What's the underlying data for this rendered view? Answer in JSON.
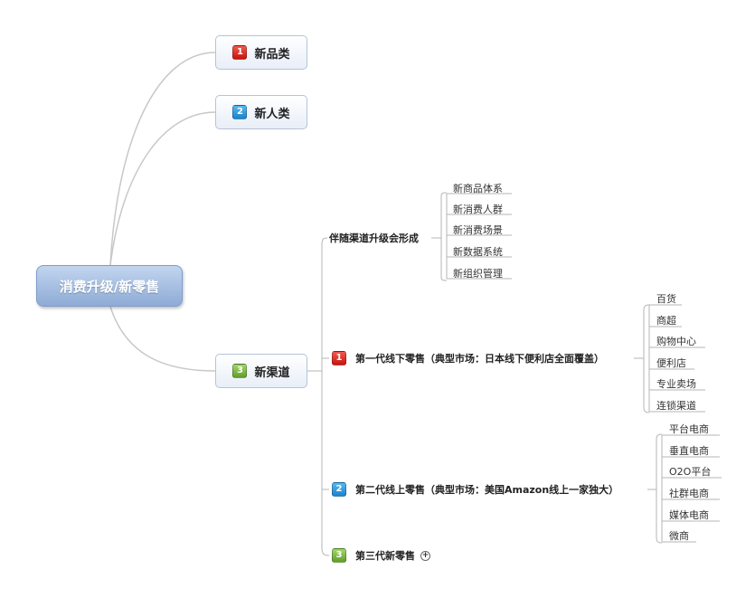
{
  "root": {
    "label": "消费升级/新零售"
  },
  "branches": [
    {
      "num": "1",
      "label": "新品类"
    },
    {
      "num": "2",
      "label": "新人类"
    },
    {
      "num": "3",
      "label": "新渠道"
    }
  ],
  "channel": {
    "intro": {
      "label": "伴随渠道升级会形成",
      "items": [
        "新商品体系",
        "新消费人群",
        "新消费场景",
        "新数据系统",
        "新组织管理"
      ]
    },
    "gen1": {
      "num": "1",
      "label": "第一代线下零售（典型市场：日本线下便利店全面覆盖）",
      "items": [
        "百货",
        "商超",
        "购物中心",
        "便利店",
        "专业卖场",
        "连锁渠道"
      ]
    },
    "gen2": {
      "num": "2",
      "label": "第二代线上零售（典型市场：美国Amazon线上一家独大）",
      "items": [
        "平台电商",
        "垂直电商",
        "O2O平台",
        "社群电商",
        "媒体电商",
        "微商"
      ]
    },
    "gen3": {
      "num": "3",
      "label": "第三代新零售",
      "expand_symbol": "+"
    }
  }
}
